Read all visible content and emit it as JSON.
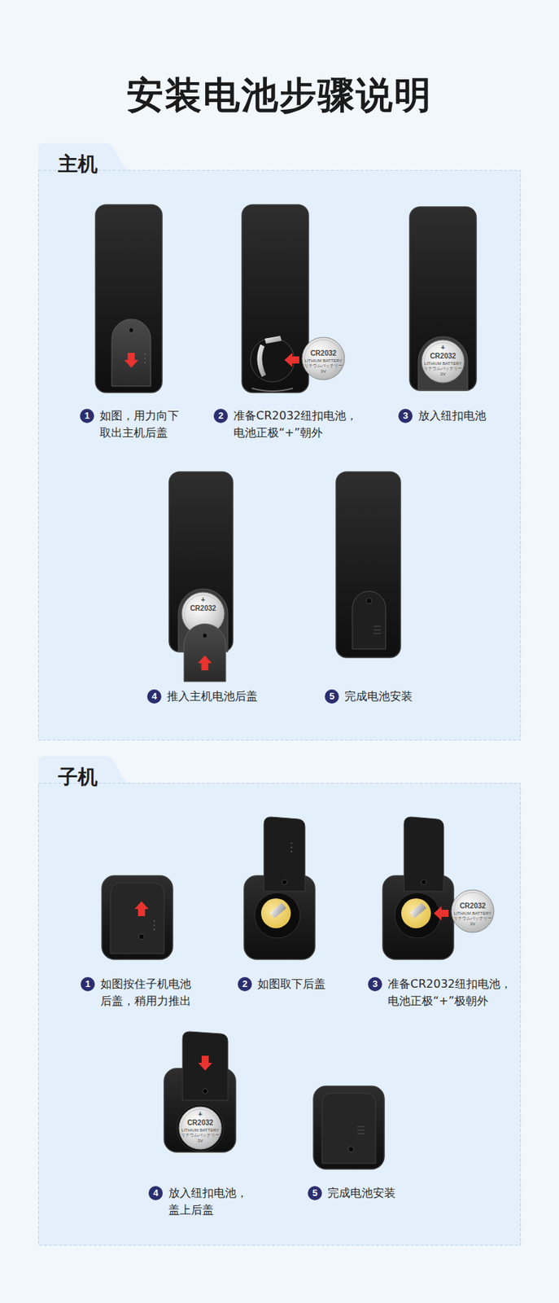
{
  "diagram": {
    "title": "安装电池步骤说明",
    "nodes": [
      {
        "text": [
          "主机"
        ]
      },
      {
        "text": [
          "1",
          "如图，用力向下 取出主机后盖"
        ],
        "in": 0
      },
      {
        "text": [
          "2",
          "准备CR2032纽扣电池， 电池正极“+”朝外"
        ],
        "in": 0
      },
      {
        "text": [
          "3",
          "放入纽扣电池"
        ],
        "in": 0
      },
      {
        "text": [
          "4",
          "推入主机电池后盖"
        ],
        "in": 0
      },
      {
        "text": [
          "5",
          "完成电池安装"
        ],
        "in": 0
      },
      {
        "text": [
          "子机"
        ]
      },
      {
        "text": [
          "1",
          "如图按住子机电池 后盖，稍用力推出"
        ],
        "in": 6
      },
      {
        "text": [
          "2",
          "如图取下后盖"
        ],
        "in": 6
      },
      {
        "text": [
          "3",
          "准备CR2032纽扣电池， 电池正极“+”极朝外"
        ],
        "in": 6
      },
      {
        "text": [
          "4",
          "放入纽扣电池， 盖上后盖"
        ],
        "in": 6
      },
      {
        "text": [
          "5",
          "完成电池安装"
        ],
        "in": 6
      }
    ],
    "labels": [
      "CR2032",
      "LITHIUM BATTERY",
      "リチウムバッテリー",
      "3V",
      "+",
      "CR2032",
      "LITHIUM BATTERY",
      "リチウムバッテリー",
      "3V",
      "+",
      "CR2032",
      "CR2032",
      "LITHIUM BATTERY",
      "リチウムバッテリー",
      "3V",
      "+",
      "CR2032",
      "LITHIUM BATTERY",
      "リチウムバッテリー",
      "3V"
    ]
  }
}
